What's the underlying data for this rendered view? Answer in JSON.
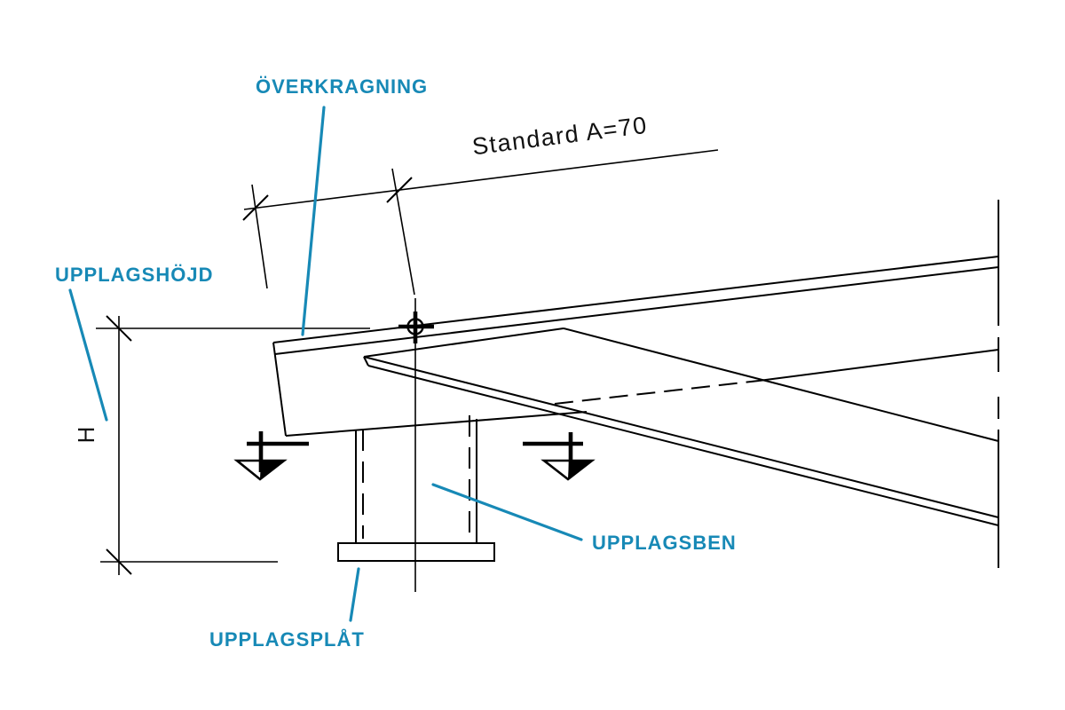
{
  "drawing": {
    "callouts": {
      "overkragning": "ÖVERKRAGNING",
      "upplagshojd": "UPPLAGSHÖJD",
      "upplagsben": "UPPLAGSBEN",
      "upplagsplat": "UPPLAGSPLÅT"
    },
    "dimensions": {
      "overhang_standard": "Standard A=70",
      "support_height_letter": "H"
    },
    "colors": {
      "callout_teal": "#1789b6",
      "line_black": "#000000",
      "background": "#ffffff"
    },
    "symbols": {
      "center_mark": "crosshair-center-mark",
      "bearing_arrow": "bearing-point-arrow",
      "hidden_edge_style": "dashed-hidden-line"
    }
  }
}
